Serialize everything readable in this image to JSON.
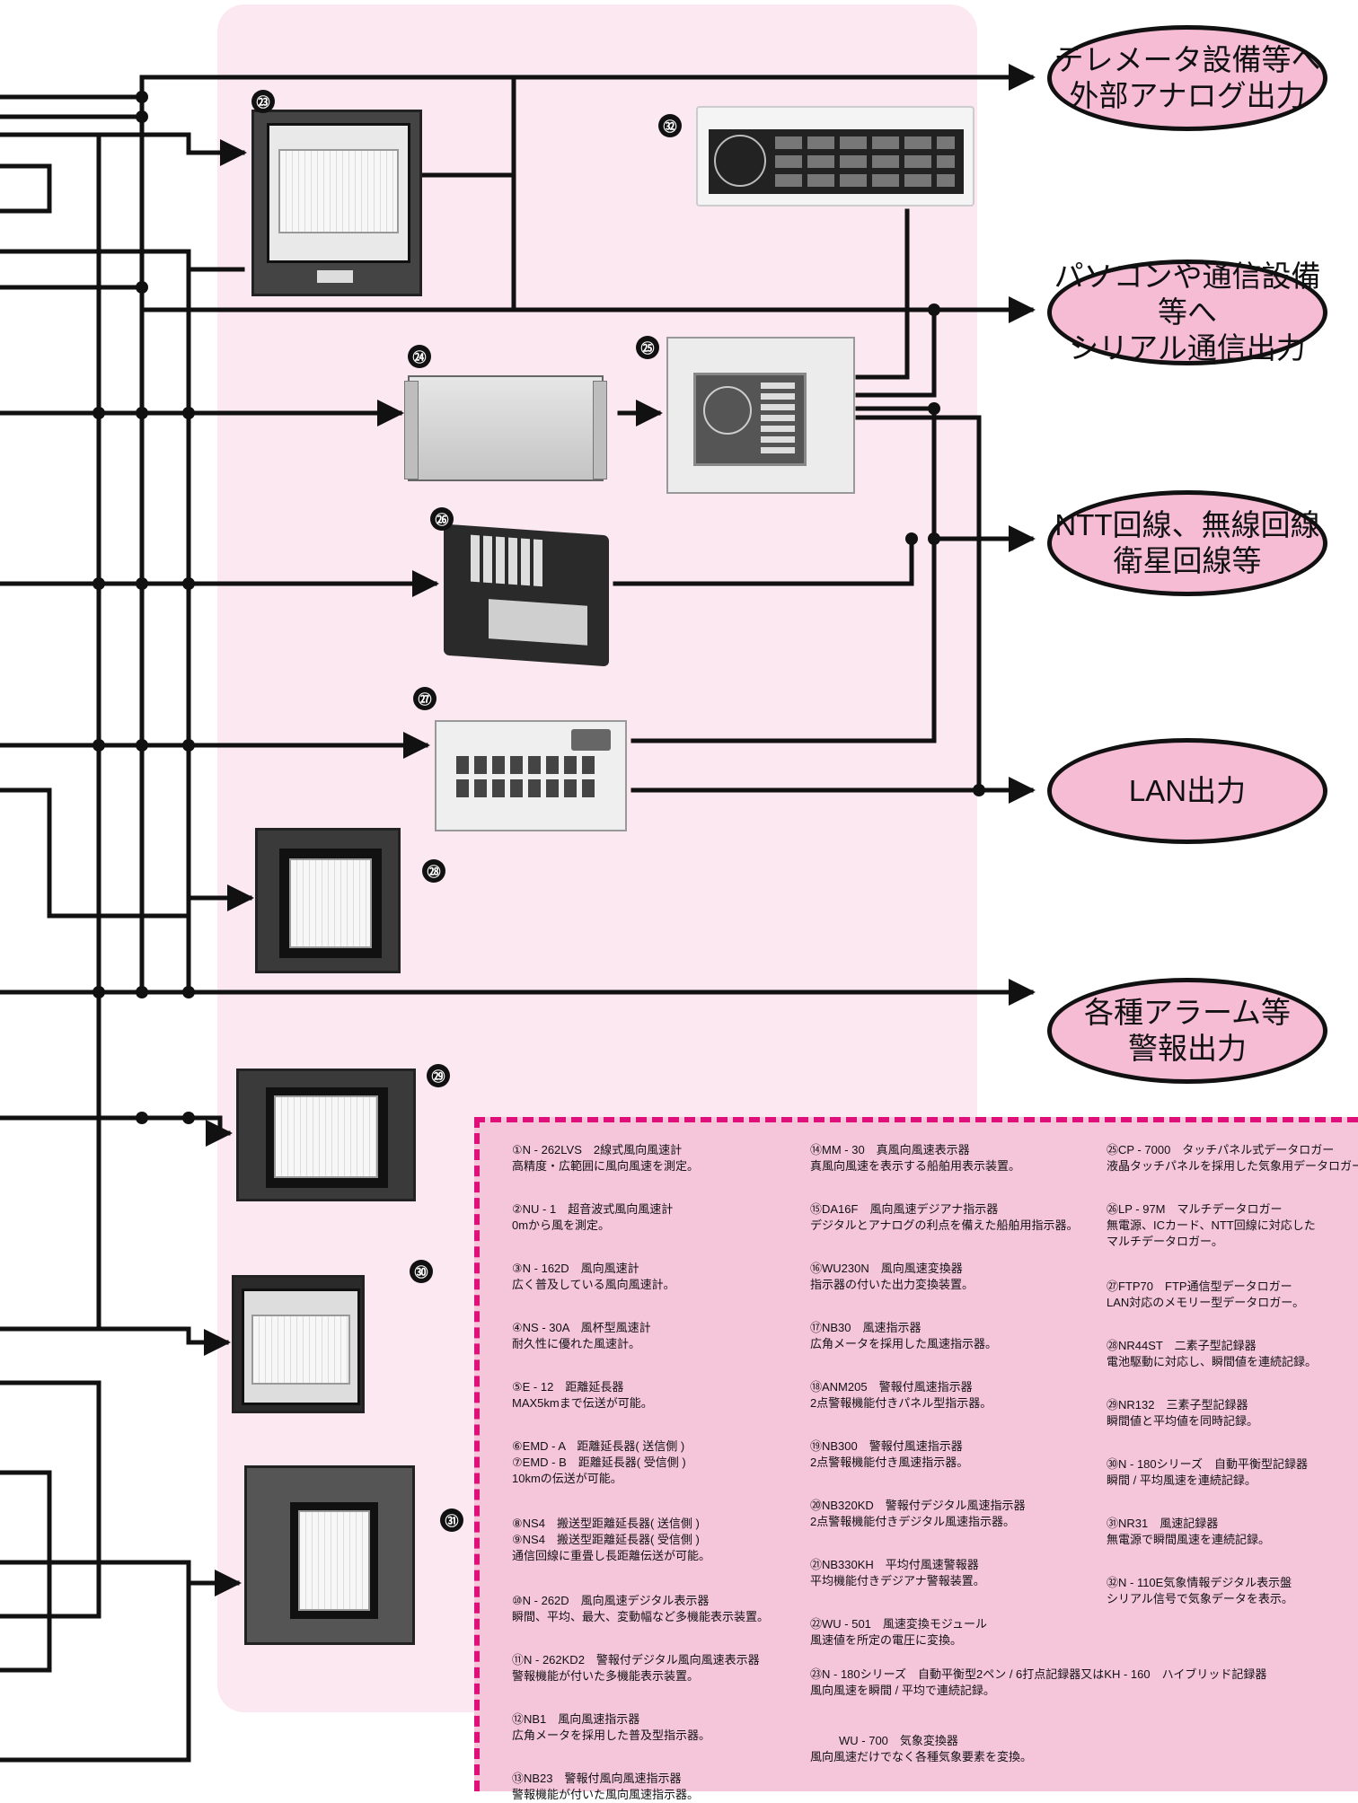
{
  "outputs": {
    "telemeter": [
      "テレメータ設備等へ",
      "外部アナログ出力"
    ],
    "serial": [
      "パソコンや通信設備等へ",
      "シリアル通信出力"
    ],
    "ntt": [
      "NTT回線、無線回線",
      "衛星回線等"
    ],
    "lan": [
      "LAN出力"
    ],
    "alarm": [
      "各種アラーム等",
      "警報出力"
    ]
  },
  "device_numbers": {
    "d23": "㉓",
    "d24": "㉔",
    "d25": "㉕",
    "d26": "㉖",
    "d27": "㉗",
    "d28": "㉘",
    "d29": "㉙",
    "d30": "㉚",
    "d31": "㉛",
    "d32": "㉜"
  },
  "legend": {
    "col1": [
      {
        "title": "①N - 262LVS　2線式風向風速計",
        "desc": "高精度・広範囲に風向風速を測定。"
      },
      {
        "title": "②NU - 1　超音波式風向風速計",
        "desc": "0mから風を測定。"
      },
      {
        "title": "③N - 162D　風向風速計",
        "desc": "広く普及している風向風速計。"
      },
      {
        "title": "④NS - 30A　風杯型風速計",
        "desc": "耐久性に優れた風速計。"
      },
      {
        "title": "⑤E - 12　距離延長器",
        "desc": "MAX5kmまで伝送が可能。"
      },
      {
        "title": "⑥EMD - A　距離延長器( 送信側 )",
        "title2": "⑦EMD - B　距離延長器( 受信側 )",
        "desc": "10kmの伝送が可能。"
      },
      {
        "title": "⑧NS4　搬送型距離延長器( 送信側 )",
        "title2": "⑨NS4　搬送型距離延長器( 受信側 )",
        "desc": "通信回線に重畳し長距離伝送が可能。"
      },
      {
        "title": "⑩N - 262D　風向風速デジタル表示器",
        "desc": "瞬間、平均、最大、変動幅など多機能表示装置。"
      },
      {
        "title": "⑪N - 262KD2　警報付デジタル風向風速表示器",
        "desc": "警報機能が付いた多機能表示装置。"
      },
      {
        "title": "⑫NB1　風向風速指示器",
        "desc": "広角メータを採用した普及型指示器。"
      },
      {
        "title": "⑬NB23　警報付風向風速指示器",
        "desc": "警報機能が付いた風向風速指示器。"
      }
    ],
    "col2": [
      {
        "title": "⑭MM - 30　真風向風速表示器",
        "desc": "真風向風速を表示する船舶用表示装置。"
      },
      {
        "title": "⑮DA16F　風向風速デジアナ指示器",
        "desc": "デジタルとアナログの利点を備えた船舶用指示器。"
      },
      {
        "title": "⑯WU230N　風向風速変換器",
        "desc": "指示器の付いた出力変換装置。"
      },
      {
        "title": "⑰NB30　風速指示器",
        "desc": "広角メータを採用した風速指示器。"
      },
      {
        "title": "⑱ANM205　警報付風速指示器",
        "desc": "2点警報機能付きパネル型指示器。"
      },
      {
        "title": "⑲NB300　警報付風速指示器",
        "desc": "2点警報機能付き風速指示器。"
      },
      {
        "title": "⑳NB320KD　警報付デジタル風速指示器",
        "desc": "2点警報機能付きデジタル風速指示器。"
      },
      {
        "title": "㉑NB330KH　平均付風速警報器",
        "desc": "平均機能付きデジアナ警報装置。"
      },
      {
        "title": "㉒WU - 501　風速変換モジュール",
        "desc": "風速値を所定の電圧に変換。"
      }
    ],
    "col3": [
      {
        "title": "㉕CP - 7000　タッチパネル式データロガー",
        "desc": "液晶タッチパネルを採用した気象用データロガー。"
      },
      {
        "title": "㉖LP - 97M　マルチデータロガー",
        "desc": "無電源、ICカード、NTT回線に対応した",
        "desc2": "マルチデータロガー。"
      },
      {
        "title": "㉗FTP70　FTP通信型データロガー",
        "desc": "LAN対応のメモリー型データロガー。"
      },
      {
        "title": "㉘NR44ST　二素子型記録器",
        "desc": "電池駆動に対応し、瞬間値を連続記録。"
      },
      {
        "title": "㉙NR132　三素子型記録器",
        "desc": "瞬間値と平均値を同時記録。"
      },
      {
        "title": "㉚N - 180シリーズ　自動平衡型記録器",
        "desc": "瞬間 / 平均風速を連続記録。"
      },
      {
        "title": "㉛NR31　風速記録器",
        "desc": "無電源で瞬間風速を連続記録。"
      },
      {
        "title": "㉜N - 110E気象情報デジタル表示盤",
        "desc": "シリアル信号で気象データを表示。"
      }
    ],
    "wide1": {
      "title": "㉓N - 180シリーズ　自動平衡型2ペン / 6打点記録器又はKH - 160　ハイブリッド記録器",
      "desc": "風向風速を瞬間 / 平均で連続記録。"
    },
    "wide2": {
      "title": "WU - 700　気象変換器",
      "desc": "風向風速だけでなく各種気象要素を変換。"
    }
  }
}
